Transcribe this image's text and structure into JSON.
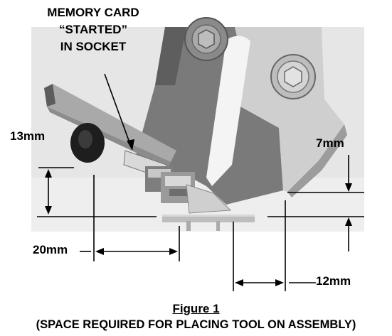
{
  "callout": {
    "line1": "MEMORY CARD",
    "line2": "“STARTED”",
    "line3": "IN SOCKET"
  },
  "dimensions": {
    "left_height": "13mm",
    "right_height": "7mm",
    "left_width": "20mm",
    "right_width": "12mm"
  },
  "caption": {
    "title": "Figure 1",
    "subtitle": "(SPACE REQUIRED FOR PLACING TOOL ON ASSEMBLY)"
  },
  "colors": {
    "background": "#ffffff",
    "photo_bg": "#e9e9e9",
    "bracket_dark": "#737373",
    "bracket_light": "#c9c9c9",
    "line": "#000000"
  }
}
